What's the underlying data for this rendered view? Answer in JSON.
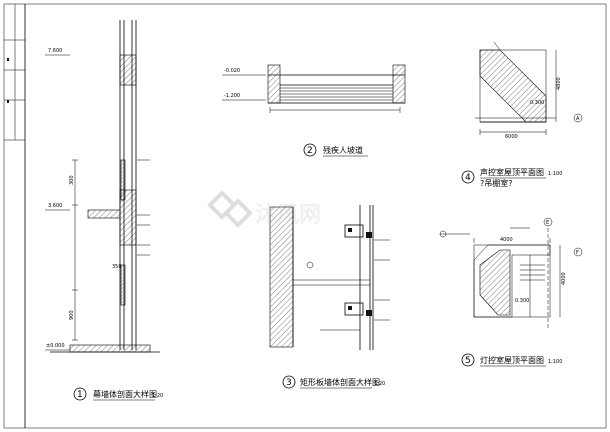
{
  "captions": {
    "d1": {
      "num": "1",
      "title": "幕墙体剖面大样图",
      "scale": "1:20"
    },
    "d2": {
      "num": "2",
      "title": "残疾人坡道"
    },
    "d3": {
      "num": "3",
      "title": "矩形板墙体剖面大样图",
      "scale": "1:20"
    },
    "d4": {
      "num": "4",
      "title": "声控室屋顶平面图",
      "scale": "1:100",
      "sub": "?吊棚室?"
    },
    "d5": {
      "num": "5",
      "title": "灯控室屋顶平面图",
      "scale": "1:100"
    }
  },
  "levels": {
    "l1": "7.600",
    "l2": "3.600",
    "l3": "±0.000",
    "r1": "-0.020",
    "r2": "-1.200"
  },
  "dims": {
    "d1a": "300",
    "d1b": "350",
    "d1c": "900",
    "d4a": "6000",
    "d4b": "4800",
    "d4c": "0.300",
    "d5a": "4000",
    "d5b": "4000",
    "d5c": "0.300"
  },
  "axes": {
    "a4": "A",
    "a5e": "E",
    "a5f": "F"
  },
  "watermark": "沐风网"
}
